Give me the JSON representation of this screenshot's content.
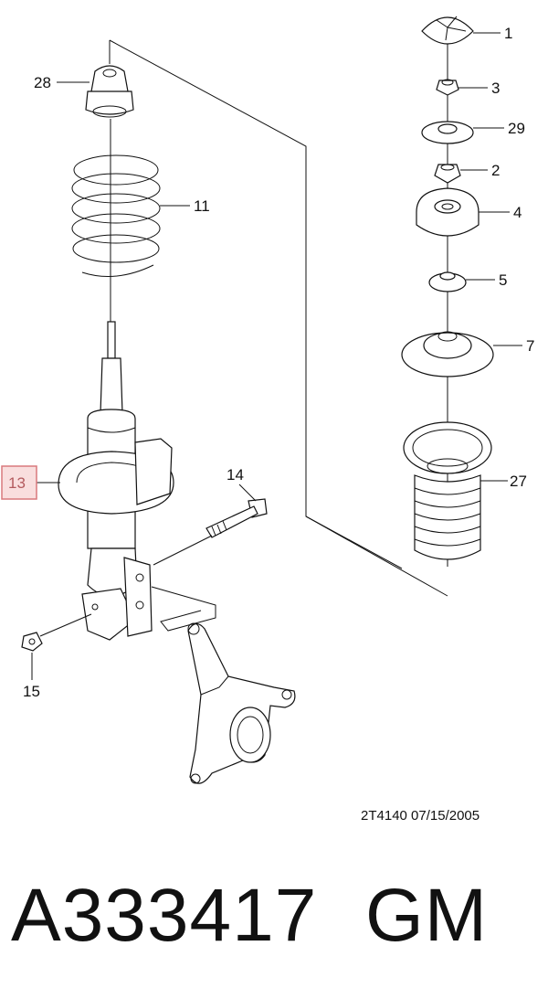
{
  "callouts": {
    "c1": "1",
    "c2": "2",
    "c3": "3",
    "c4": "4",
    "c5": "5",
    "c7": "7",
    "c11": "11",
    "c13": "13",
    "c14": "14",
    "c15": "15",
    "c27": "27",
    "c28": "28",
    "c29": "29"
  },
  "drawing_code": "2T4140  07/15/2005",
  "part_number": "A333417",
  "brand": "GM",
  "colors": {
    "highlight_fill": "#f9dede",
    "highlight_border": "#d9797d",
    "highlight_text": "#b35a5e"
  }
}
